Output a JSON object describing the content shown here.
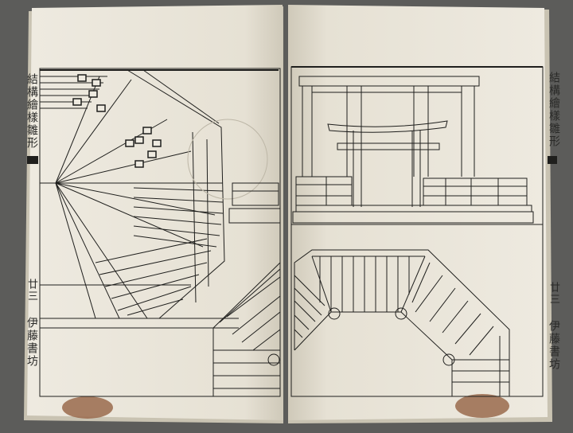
{
  "colors": {
    "paper": "#eeeae0",
    "paper_shadow": "#d9d4c6",
    "ink": "#1f1f1d",
    "stain": "#9a6a4c",
    "background": "#5c5c5a"
  },
  "left_page": {
    "title": "結構繪樣雛形",
    "folio": "廿三",
    "publisher": "伊藤書坊"
  },
  "right_page": {
    "title": "結構繪樣雛形",
    "folio": "廿三",
    "publisher": "伊藤書坊"
  }
}
